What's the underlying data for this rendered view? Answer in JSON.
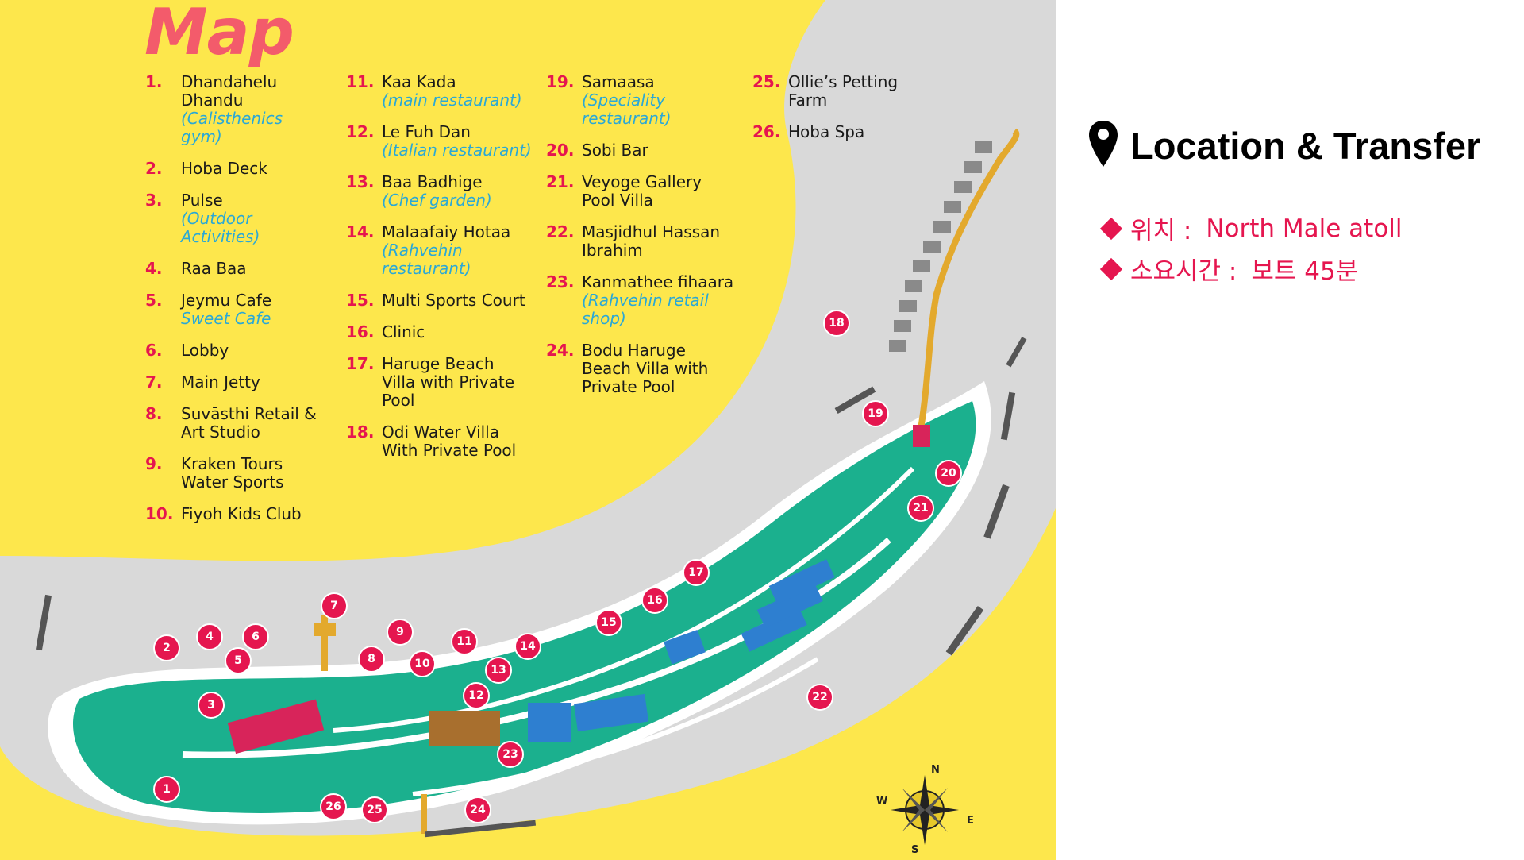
{
  "map": {
    "title": "Map",
    "legend": [
      {
        "num": "1.",
        "name": "Dhandahelu Dhandu",
        "sub": "(Calisthenics gym)"
      },
      {
        "num": "2.",
        "name": "Hoba Deck",
        "sub": ""
      },
      {
        "num": "3.",
        "name": "Pulse",
        "sub": "(Outdoor Activities)"
      },
      {
        "num": "4.",
        "name": "Raa Baa",
        "sub": ""
      },
      {
        "num": "5.",
        "name": "Jeymu Cafe",
        "sub": "Sweet Cafe"
      },
      {
        "num": "6.",
        "name": "Lobby",
        "sub": ""
      },
      {
        "num": "7.",
        "name": "Main Jetty",
        "sub": ""
      },
      {
        "num": "8.",
        "name": "Suvāsthi Retail & Art Studio",
        "sub": ""
      },
      {
        "num": "9.",
        "name": "Kraken Tours Water Sports",
        "sub": ""
      },
      {
        "num": "10.",
        "name": "Fiyoh Kids Club",
        "sub": ""
      },
      {
        "num": "11.",
        "name": "Kaa Kada",
        "sub": "(main restaurant)"
      },
      {
        "num": "12.",
        "name": "Le Fuh Dan",
        "sub": "(Italian restaurant)"
      },
      {
        "num": "13.",
        "name": "Baa Badhige",
        "sub": "(Chef garden)"
      },
      {
        "num": "14.",
        "name": "Malaafaiy Hotaa",
        "sub": "(Rahvehin restaurant)"
      },
      {
        "num": "15.",
        "name": "Multi Sports Court",
        "sub": ""
      },
      {
        "num": "16.",
        "name": "Clinic",
        "sub": ""
      },
      {
        "num": "17.",
        "name": "Haruge Beach Villa with Private Pool",
        "sub": ""
      },
      {
        "num": "18.",
        "name": "Odi Water Villa With Private Pool",
        "sub": ""
      },
      {
        "num": "19.",
        "name": "Samaasa",
        "sub": "(Speciality restaurant)"
      },
      {
        "num": "20.",
        "name": "Sobi Bar",
        "sub": ""
      },
      {
        "num": "21.",
        "name": "Veyoge Gallery Pool Villa",
        "sub": ""
      },
      {
        "num": "22.",
        "name": "Masjidhul Hassan Ibrahim",
        "sub": ""
      },
      {
        "num": "23.",
        "name": "Kanmathee fihaara",
        "sub": "(Rahvehin retail shop)"
      },
      {
        "num": "24.",
        "name": "Bodu Haruge Beach Villa with Private Pool",
        "sub": ""
      },
      {
        "num": "25.",
        "name": "Ollie’s Petting Farm",
        "sub": ""
      },
      {
        "num": "26.",
        "name": "Hoba Spa",
        "sub": ""
      }
    ],
    "markers": [
      "1",
      "2",
      "3",
      "4",
      "5",
      "6",
      "7",
      "8",
      "9",
      "10",
      "11",
      "12",
      "13",
      "14",
      "15",
      "16",
      "17",
      "18",
      "19",
      "20",
      "21",
      "22",
      "23",
      "24",
      "25",
      "26"
    ],
    "compass": {
      "n": "N",
      "s": "S",
      "e": "E",
      "w": "W"
    },
    "colors": {
      "background": "#fde74c",
      "sea": "#d9d9d9",
      "island": "#1bb08e",
      "accent": "#e5164f",
      "title": "#f35b6b",
      "subtitle": "#2aa8d6"
    }
  },
  "info": {
    "icon": "map-pin-icon",
    "title": "Location & Transfer",
    "rows": [
      {
        "label": "위치 :",
        "value": "North Male atoll"
      },
      {
        "label": "소요시간 :",
        "value": "보트 45분"
      }
    ]
  }
}
